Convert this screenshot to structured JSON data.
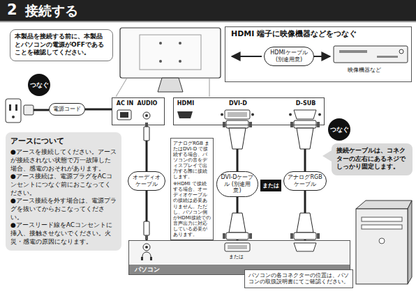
{
  "diagram": {
    "title": "接続する",
    "nodes": [
      {
        "text": [
          "本製品を接続する前に、本製品とパソコンの電源がOFFであることを確認してください。"
        ]
      },
      {
        "text": [
          "HDMI 端子に映像機器などをつなぐ"
        ]
      },
      {
        "text": [
          "HDMIケーブル (別途用意)"
        ],
        "in": 1
      },
      {
        "text": [
          "つなぐ"
        ]
      },
      {
        "text": [
          "電源コード"
        ]
      },
      {
        "text": [
          "AC IN",
          "AUDIO"
        ]
      },
      {
        "text": [
          "HDMI",
          "DVI-D",
          "D-SUB"
        ]
      },
      {
        "text": [
          "アースについて",
          "●アースを接続してください。アースが接続されない状態で万一故障した場合、感電のおそれがあります。",
          "●アース接続は、電源プラグをACコンセントにつなぐ前におこなってください。",
          "●アース接続を外す場合は、電源プラグを抜いてからおこなってください。",
          "●アースリード線をACコンセントに挿入、接触させないでください。火災・感電の原因になります。"
        ]
      },
      {
        "text": [
          "オーディオケーブル"
        ]
      },
      {
        "text": [
          "アナログRGB またはDVI-D で接続する場合、パソコンの音をディスプレイで出力する際に接続します。",
          "※HDMI で接続する場合、オーディオケーブルの接続は必要ありません。ただし、パソコン側がHDMI接続での音声出力に対応している必要があります。"
        ]
      },
      {
        "text": [
          "DVI-Dケーブル (別途用意)"
        ]
      },
      {
        "text": [
          "または"
        ]
      },
      {
        "text": [
          "アナログRGBケーブル"
        ]
      },
      {
        "text": [
          "つなぐ"
        ]
      },
      {
        "text": [
          "接続ケーブルは、コネクターの左右にあるネジでしっかり固定します。"
        ]
      },
      {
        "text": [
          "パソコン"
        ]
      },
      {
        "text": [
          "パソコンの各コネクターの位置は、パソコンの取扱説明書にてご確認ください。"
        ]
      }
    ],
    "edges": [
      {
        "from": 4,
        "to": 5,
        "arrow": "none"
      },
      {
        "from": 5,
        "to": 8,
        "arrow": "none"
      },
      {
        "from": 8,
        "to": 15,
        "arrow": "none"
      },
      {
        "from": 6,
        "to": 10,
        "arrow": "none"
      },
      {
        "from": 10,
        "to": 15,
        "arrow": "none"
      },
      {
        "from": 6,
        "to": 12,
        "arrow": "none"
      },
      {
        "from": 12,
        "to": 15,
        "arrow": "none"
      }
    ],
    "labels": [
      "2",
      "映像機器など",
      "または"
    ]
  }
}
